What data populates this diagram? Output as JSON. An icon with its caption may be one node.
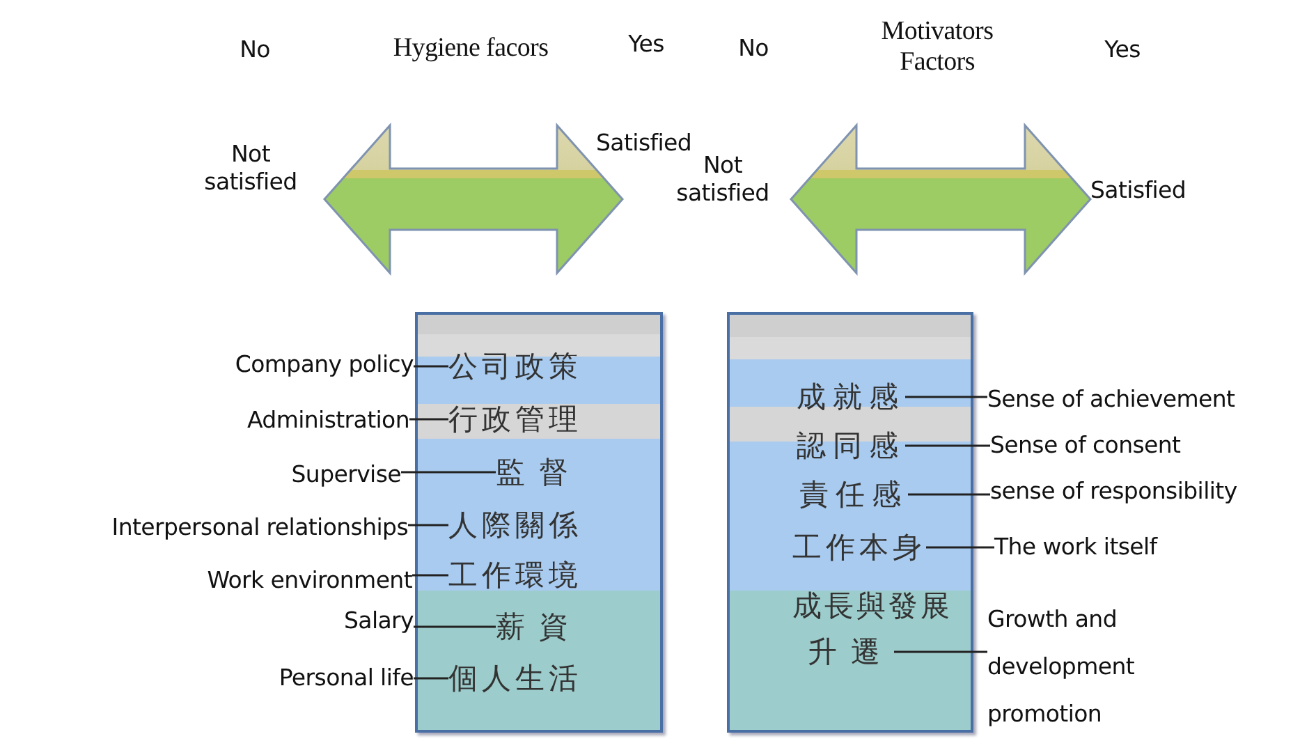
{
  "diagram": {
    "nodes": [
      {
        "text": [],
        "shape": "box"
      },
      {
        "text": [
          "公司政策"
        ],
        "in": 0
      },
      {
        "text": [
          "行政管理"
        ],
        "in": 0
      },
      {
        "text": [
          "監督"
        ],
        "in": 0
      },
      {
        "text": [
          "人際關係"
        ],
        "in": 0
      },
      {
        "text": [
          "工作環境"
        ],
        "in": 0
      },
      {
        "text": [
          "薪資"
        ],
        "in": 0
      },
      {
        "text": [
          "個人生活"
        ],
        "in": 0
      },
      {
        "text": [
          "Company policy"
        ]
      },
      {
        "text": [
          "Administration"
        ]
      },
      {
        "text": [
          "Supervise"
        ]
      },
      {
        "text": [
          "Interpersonal relationships"
        ]
      },
      {
        "text": [
          "Work environment"
        ]
      },
      {
        "text": [
          "Salary"
        ]
      },
      {
        "text": [
          "Personal life"
        ]
      },
      {
        "text": [],
        "shape": "box"
      },
      {
        "text": [
          "成就感"
        ],
        "in": 15
      },
      {
        "text": [
          "認同感"
        ],
        "in": 15
      },
      {
        "text": [
          "責任感"
        ],
        "in": 15
      },
      {
        "text": [
          "工作本身"
        ],
        "in": 15
      },
      {
        "text": [
          "成長與發展"
        ],
        "in": 15
      },
      {
        "text": [
          "升遷"
        ],
        "in": 15
      },
      {
        "text": [
          "Sense of achievement"
        ]
      },
      {
        "text": [
          "Sense of consent"
        ]
      },
      {
        "text": [
          "sense of responsibility"
        ]
      },
      {
        "text": [
          "The work itself"
        ]
      },
      {
        "text": [
          "Growth and development promotion"
        ]
      }
    ],
    "edges": [
      {
        "from": 8,
        "to": 1,
        "arrow": "none"
      },
      {
        "from": 9,
        "to": 2,
        "arrow": "none"
      },
      {
        "from": 10,
        "to": 3,
        "arrow": "none"
      },
      {
        "from": 11,
        "to": 4,
        "arrow": "none"
      },
      {
        "from": 12,
        "to": 5,
        "arrow": "none"
      },
      {
        "from": 13,
        "to": 6,
        "arrow": "none"
      },
      {
        "from": 14,
        "to": 7,
        "arrow": "none"
      },
      {
        "from": 16,
        "to": 22,
        "arrow": "none"
      },
      {
        "from": 17,
        "to": 23,
        "arrow": "none"
      },
      {
        "from": 18,
        "to": 24,
        "arrow": "none"
      },
      {
        "from": 19,
        "to": 25,
        "arrow": "none"
      },
      {
        "from": 21,
        "to": 26,
        "arrow": "none"
      }
    ],
    "labels": [
      "No",
      "Hygiene facors",
      "Yes",
      "No",
      "Motivators Factors",
      "Yes",
      "Not satisfied",
      "Satisfied",
      "Not satisfied",
      "Satisfied"
    ]
  }
}
